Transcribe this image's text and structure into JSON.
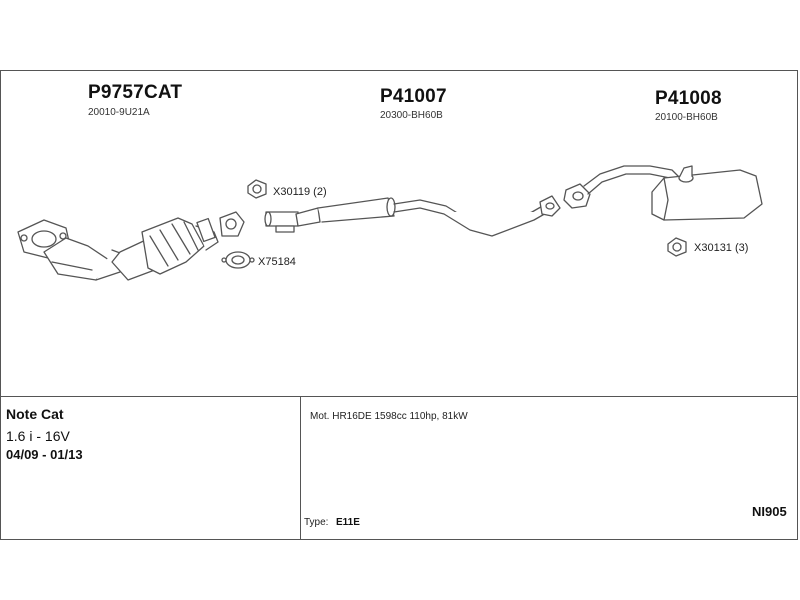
{
  "parts": [
    {
      "part_no": "P9757CAT",
      "oem": "20010-9U21A"
    },
    {
      "part_no": "P41007",
      "oem": "20300-BH60B"
    },
    {
      "part_no": "P41008",
      "oem": "20100-BH60B"
    }
  ],
  "kits": [
    {
      "label": "X30119 (2)"
    },
    {
      "label": "X75184"
    },
    {
      "label": "X30131 (3)"
    }
  ],
  "vehicle": {
    "model": "Note Cat",
    "engine": "1.6 i - 16V",
    "years": "04/09 - 01/13"
  },
  "details": {
    "motor": "Mot. HR16DE 1598cc 110hp, 81kW",
    "type_label": "Type:",
    "type_value": "E11E",
    "code": "NI905"
  },
  "colors": {
    "line": "#555555",
    "fill": "#ffffff",
    "text": "#111111"
  }
}
